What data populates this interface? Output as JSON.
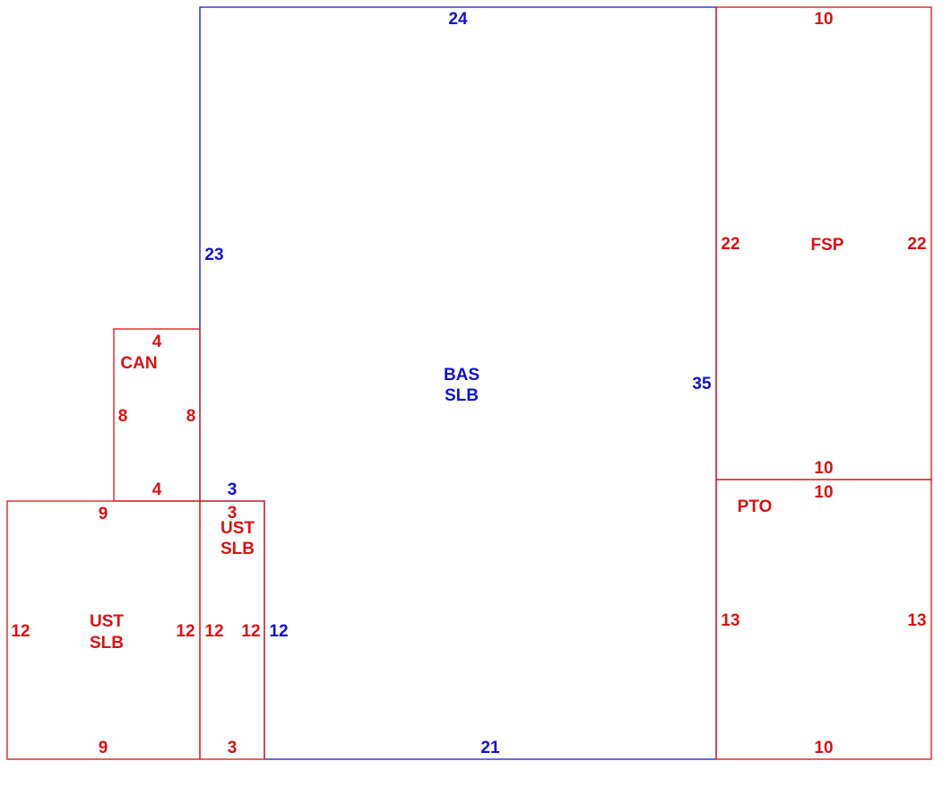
{
  "colors": {
    "blue": "#1111cc",
    "red": "#dd1111",
    "background": "#ffffff"
  },
  "areas": {
    "bas": {
      "code": "BAS",
      "sub": "SLB",
      "top": "24",
      "left": "23",
      "right": "35",
      "bottom": "21",
      "notch_top": "3",
      "notch_right": "12"
    },
    "fsp": {
      "code": "FSP",
      "top": "10",
      "left": "22",
      "right": "22",
      "bottom": "10"
    },
    "pto": {
      "code": "PTO",
      "top": "10",
      "left": "13",
      "right": "13",
      "bottom": "10"
    },
    "can": {
      "code": "CAN",
      "top": "4",
      "left": "8",
      "right": "8",
      "bottom": "4"
    },
    "ust_large": {
      "code": "UST",
      "sub": "SLB",
      "top": "9",
      "left": "12",
      "right": "12",
      "bottom": "9"
    },
    "ust_small": {
      "code": "UST",
      "sub": "SLB",
      "top": "3",
      "left": "12",
      "right": "12",
      "bottom": "3"
    }
  }
}
